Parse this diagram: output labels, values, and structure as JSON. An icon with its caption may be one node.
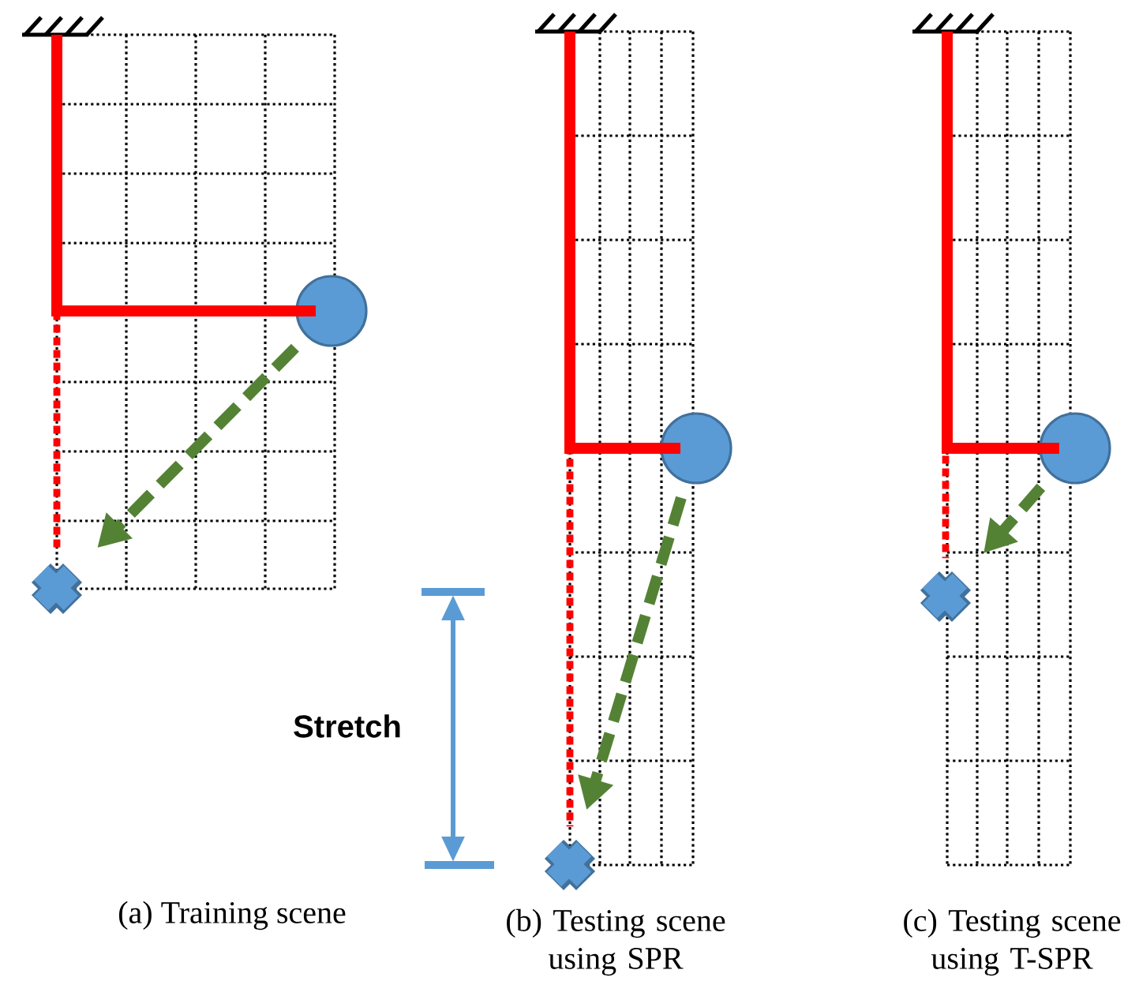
{
  "diagram": {
    "nodes": [
      {
        "text": [],
        "shape": "circle"
      },
      {
        "text": [],
        "shape": "cross"
      },
      {
        "text": [],
        "shape": "circle"
      },
      {
        "text": [],
        "shape": "cross"
      },
      {
        "text": [],
        "shape": "circle"
      },
      {
        "text": [],
        "shape": "cross"
      }
    ],
    "edges": [
      {
        "from": 0,
        "to": 1,
        "arrow": "to",
        "style": "dashed",
        "color": "#548235"
      },
      {
        "from": 2,
        "to": 3,
        "arrow": "to",
        "style": "dashed",
        "color": "#548235"
      },
      {
        "from": 4,
        "to": 5,
        "arrow": "to",
        "style": "dashed",
        "color": "#548235"
      },
      {
        "from": 0,
        "to": 1,
        "arrow": "none",
        "style": "dashed",
        "color": "#ff0000"
      },
      {
        "from": 2,
        "to": 3,
        "arrow": "none",
        "style": "dashed",
        "color": "#ff0000"
      },
      {
        "from": 4,
        "to": 5,
        "arrow": "none",
        "style": "dashed",
        "color": "#ff0000"
      }
    ],
    "labels": [
      "Stretch",
      "(a) Training scene",
      "(b) Testing scene using SPR",
      "(c) Testing scene using T-SPR"
    ]
  }
}
